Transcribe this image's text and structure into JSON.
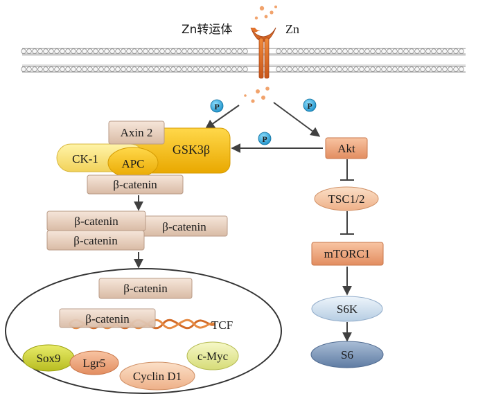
{
  "membrane": {
    "transporter_label": "Zn转运体",
    "zn_label": "Zn"
  },
  "phospho": {
    "symbol": "P"
  },
  "destruction_complex": {
    "axin": "Axin 2",
    "gsk": "GSK3β",
    "ck1": "CK-1",
    "apc": "APC",
    "bcat": "β-catenin"
  },
  "cytoplasm_bcat": [
    "β-catenin",
    "β-catenin",
    "β-catenin"
  ],
  "nucleus": {
    "bcat_top": "β-catenin",
    "bcat_dna": "β-catenin",
    "tcf": "TCF",
    "targets": [
      "Sox9",
      "Lgr5",
      "Cyclin D1",
      "c-Myc"
    ]
  },
  "pathway": {
    "akt": "Akt",
    "tsc": "TSC1/2",
    "mtorc": "mTORC1",
    "s6k": "S6K",
    "s6": "S6"
  },
  "colors": {
    "tan": "#e6cfbd",
    "gold": "#f0b400",
    "salmon": "#eba079",
    "lightblue": "#cfe0f0",
    "steelblue": "#7d96b8",
    "sox9": "#cfd33a",
    "cmyc": "#e6ec9a",
    "peach": "#f2c09a",
    "arrow": "#404040"
  }
}
